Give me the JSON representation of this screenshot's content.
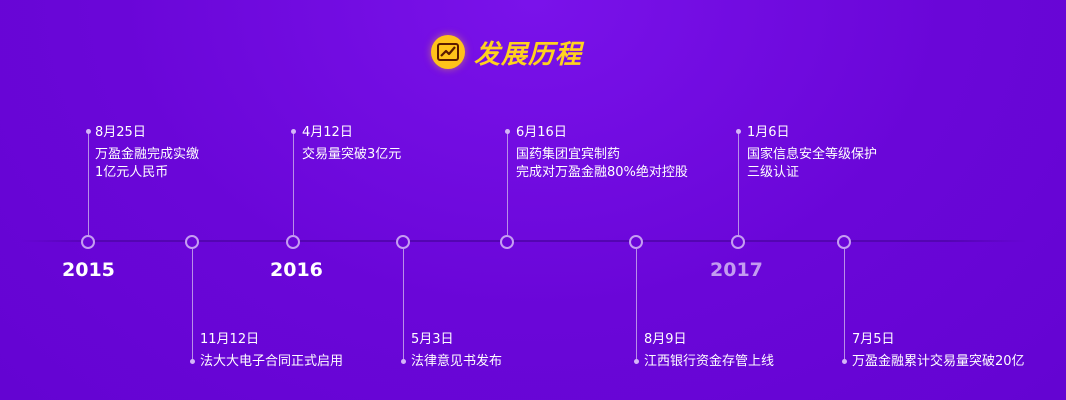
{
  "header": {
    "title": "发展历程",
    "icon": "growth-chart-icon"
  },
  "colors": {
    "background": "#6a06d8",
    "accent": "#ffd21e",
    "node": "#c59df2"
  },
  "years": [
    "2015",
    "2016",
    "2017"
  ],
  "events": [
    {
      "date": "8月25日",
      "lines": [
        "万盈金融完成实缴",
        "1亿元人民币"
      ]
    },
    {
      "date": "11月12日",
      "lines": [
        "法大大电子合同正式启用"
      ]
    },
    {
      "date": "4月12日",
      "lines": [
        "交易量突破3亿元"
      ]
    },
    {
      "date": "5月3日",
      "lines": [
        "法律意见书发布"
      ]
    },
    {
      "date": "6月16日",
      "lines": [
        "国药集团宜宾制药",
        "完成对万盈金融80%绝对控股"
      ]
    },
    {
      "date": "8月9日",
      "lines": [
        "江西银行资金存管上线"
      ]
    },
    {
      "date": "1月6日",
      "lines": [
        "国家信息安全等级保护",
        "三级认证"
      ]
    },
    {
      "date": "7月5日",
      "lines": [
        "万盈金融累计交易量突破20亿"
      ]
    }
  ]
}
